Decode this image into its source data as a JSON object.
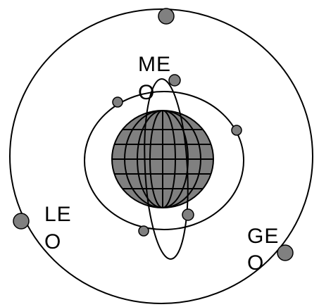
{
  "labels": {
    "meo_line1": "ME",
    "meo_line2": "O",
    "leo_line1": "LE",
    "leo_line2": "O",
    "geo_line1": "GE",
    "geo_line2": "O"
  },
  "colors": {
    "earth": "#808080",
    "satellite": "#808080",
    "stroke": "#000000",
    "background": "#ffffff"
  }
}
